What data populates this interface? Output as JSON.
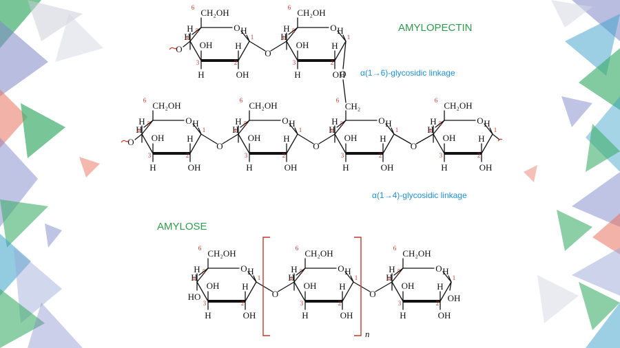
{
  "labels": {
    "amylopectin": "AMYLOPECTIN",
    "amylose": "AMYLOSE",
    "linkage_16": "α(1→6)-glycosidic linkage",
    "linkage_14": "α(1→4)-glycosidic linkage",
    "repeat_n": "n"
  },
  "atoms": {
    "ch2oh": "CH₂OH",
    "ch2": "CH₂",
    "oh": "OH",
    "ho": "HO",
    "h": "H",
    "o": "O",
    "c6": "6",
    "c5": "5",
    "c4": "4",
    "c3": "3",
    "c2": "2",
    "c1": "1"
  },
  "colors": {
    "title_green": "#2e9a4c",
    "linkage_blue": "#1f8fd0",
    "ring_oxygen": "#d0312d",
    "bridge_oxygen": "#1f8fd0",
    "bracket": "#c0392b",
    "number_red": "#c0392b",
    "bold_bond": "#111111"
  }
}
